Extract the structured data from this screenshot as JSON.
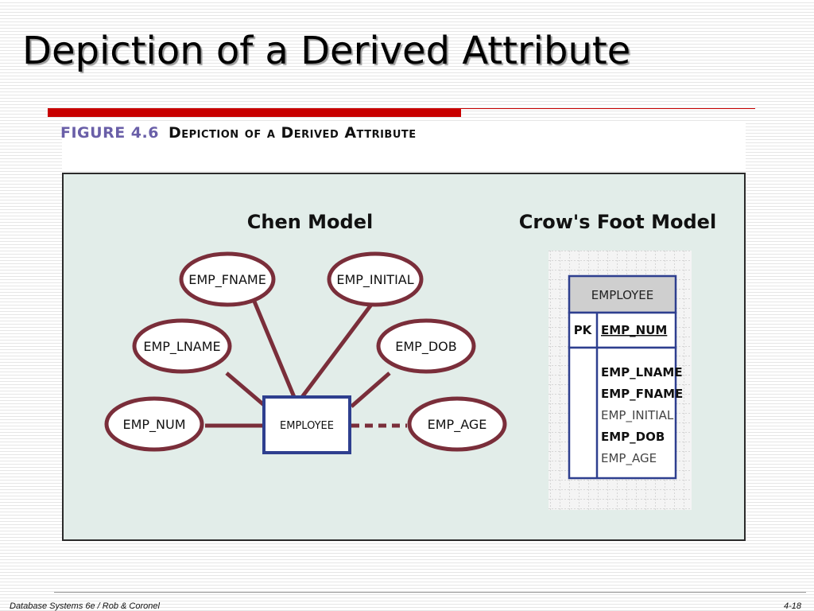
{
  "slide": {
    "title": "Depiction of a Derived Attribute",
    "footer_left": "Database Systems 6e / Rob & Coronel",
    "footer_right": "4-18"
  },
  "figure": {
    "number": "FIGURE 4.6",
    "caption": "Depiction of a Derived Attribute"
  },
  "chen": {
    "heading": "Chen Model",
    "entity": "EMPLOYEE",
    "attributes": [
      "EMP_FNAME",
      "EMP_INITIAL",
      "EMP_LNAME",
      "EMP_DOB",
      "EMP_NUM",
      "EMP_AGE"
    ],
    "derived_attribute": "EMP_AGE"
  },
  "crowsfoot": {
    "heading": "Crow's Foot Model",
    "entity": "EMPLOYEE",
    "pk_label": "PK",
    "pk_field": "EMP_NUM",
    "fields": [
      {
        "name": "EMP_LNAME",
        "bold": true
      },
      {
        "name": "EMP_FNAME",
        "bold": true
      },
      {
        "name": "EMP_INITIAL",
        "bold": false
      },
      {
        "name": "EMP_DOB",
        "bold": true
      },
      {
        "name": "EMP_AGE",
        "bold": false
      }
    ]
  },
  "colors": {
    "accent_red": "#c80000",
    "ellipse_stroke": "#7a2e3a",
    "entity_stroke": "#2e3f8f",
    "diagram_bg": "#e2ede9",
    "figure_number": "#6a5fa8",
    "table_header_bg": "#cfcfcf"
  }
}
